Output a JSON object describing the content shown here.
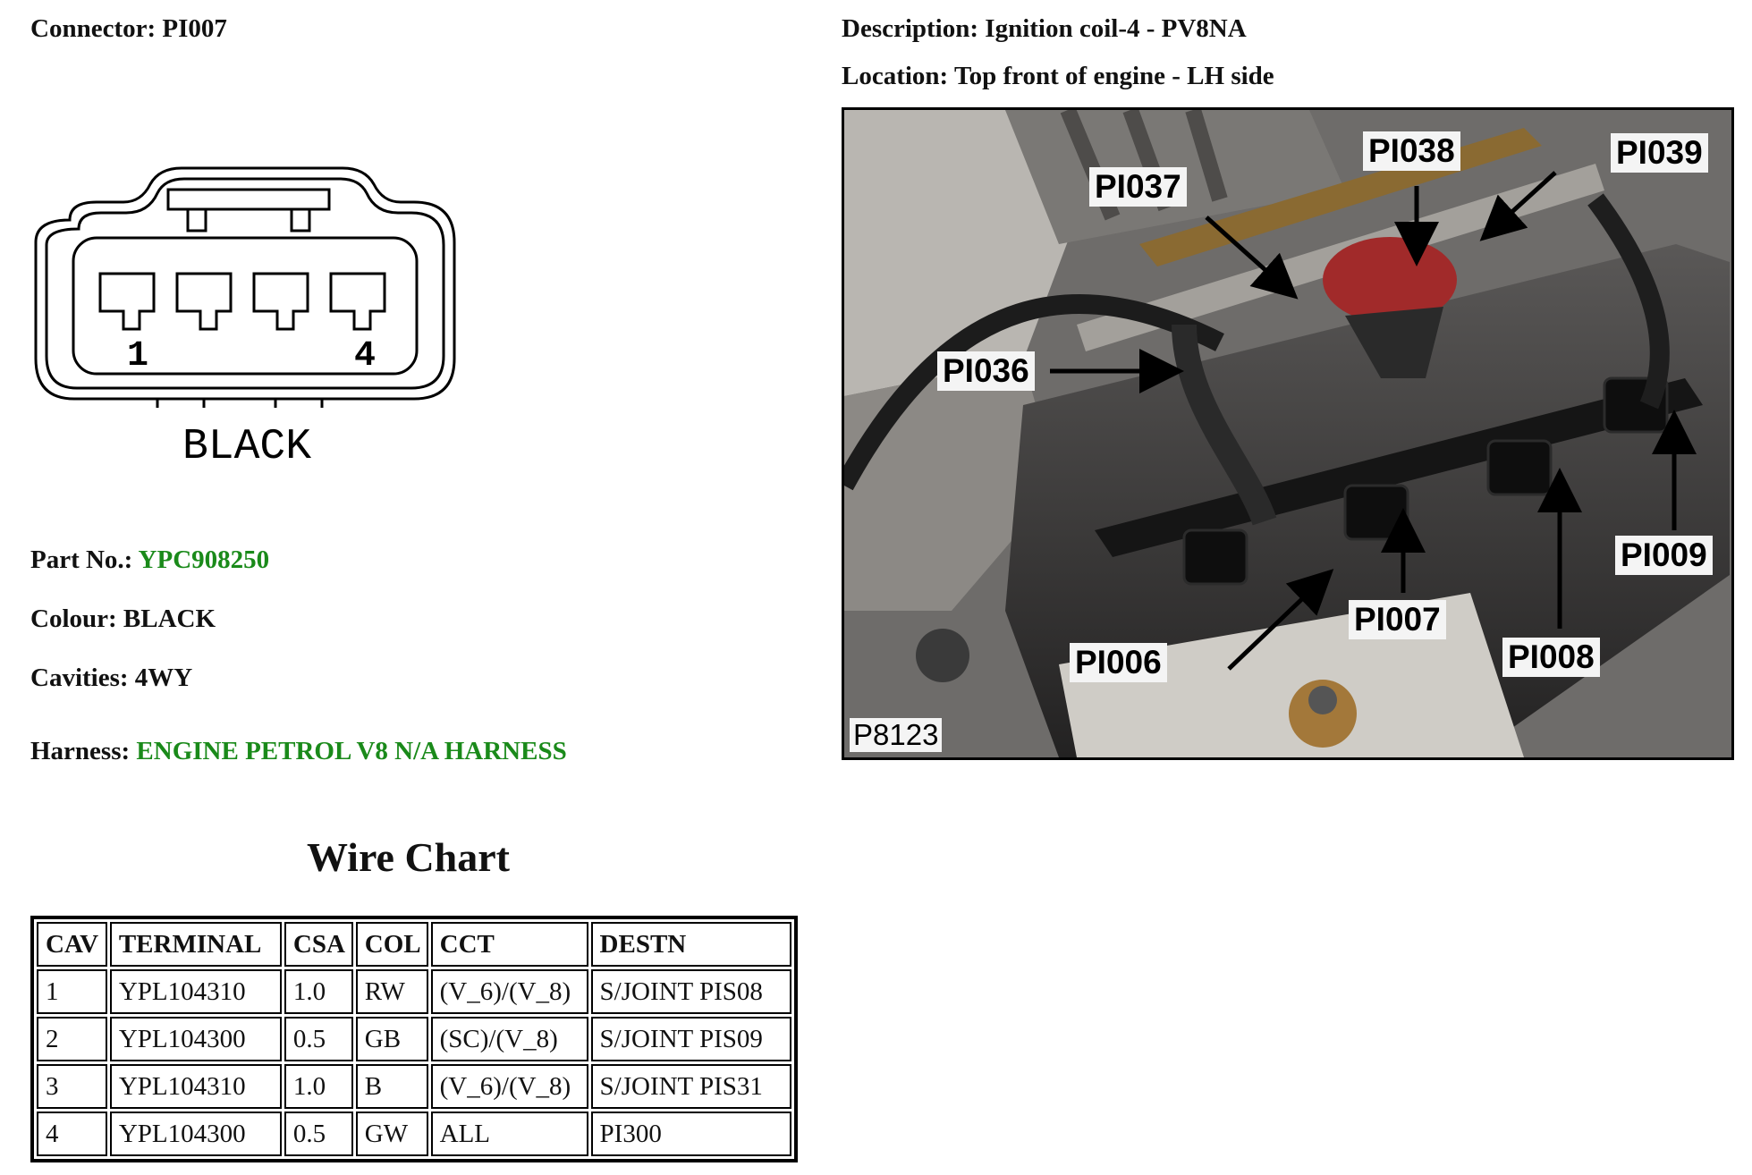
{
  "connector": {
    "label": "Connector:",
    "value": "PI007"
  },
  "description": {
    "label": "Description:",
    "value": "Ignition coil-4 - PV8NA"
  },
  "location": {
    "label": "Location:",
    "value": "Top front of engine - LH side"
  },
  "diagram": {
    "colour_text": "BLACK",
    "cavity_first": "1",
    "cavity_last": "4"
  },
  "part_no": {
    "label": "Part No.:",
    "value": "YPC908250"
  },
  "colour": {
    "label": "Colour:",
    "value": "BLACK"
  },
  "cavities": {
    "label": "Cavities:",
    "value": "4WY"
  },
  "harness": {
    "label": "Harness:",
    "value": "ENGINE PETROL V8 N/A HARNESS"
  },
  "photo": {
    "callouts": [
      "PI037",
      "PI038",
      "PI039",
      "PI036",
      "PI009",
      "PI007",
      "PI008",
      "PI006"
    ],
    "reference": "P8123"
  },
  "wire_chart": {
    "title": "Wire Chart",
    "columns": [
      "CAV",
      "TERMINAL",
      "CSA",
      "COL",
      "CCT",
      "DESTN"
    ],
    "rows": [
      [
        "1",
        "YPL104310",
        "1.0",
        "RW",
        "(V_6)/(V_8)",
        "S/JOINT PIS08"
      ],
      [
        "2",
        "YPL104300",
        "0.5",
        "GB",
        "(SC)/(V_8)",
        "S/JOINT PIS09"
      ],
      [
        "3",
        "YPL104310",
        "1.0",
        "B",
        "(V_6)/(V_8)",
        "S/JOINT PIS31"
      ],
      [
        "4",
        "YPL104300",
        "0.5",
        "GW",
        "ALL",
        "PI300"
      ]
    ]
  },
  "colors": {
    "link_green": "#1a8a1a",
    "text": "#111111",
    "border": "#000000"
  }
}
